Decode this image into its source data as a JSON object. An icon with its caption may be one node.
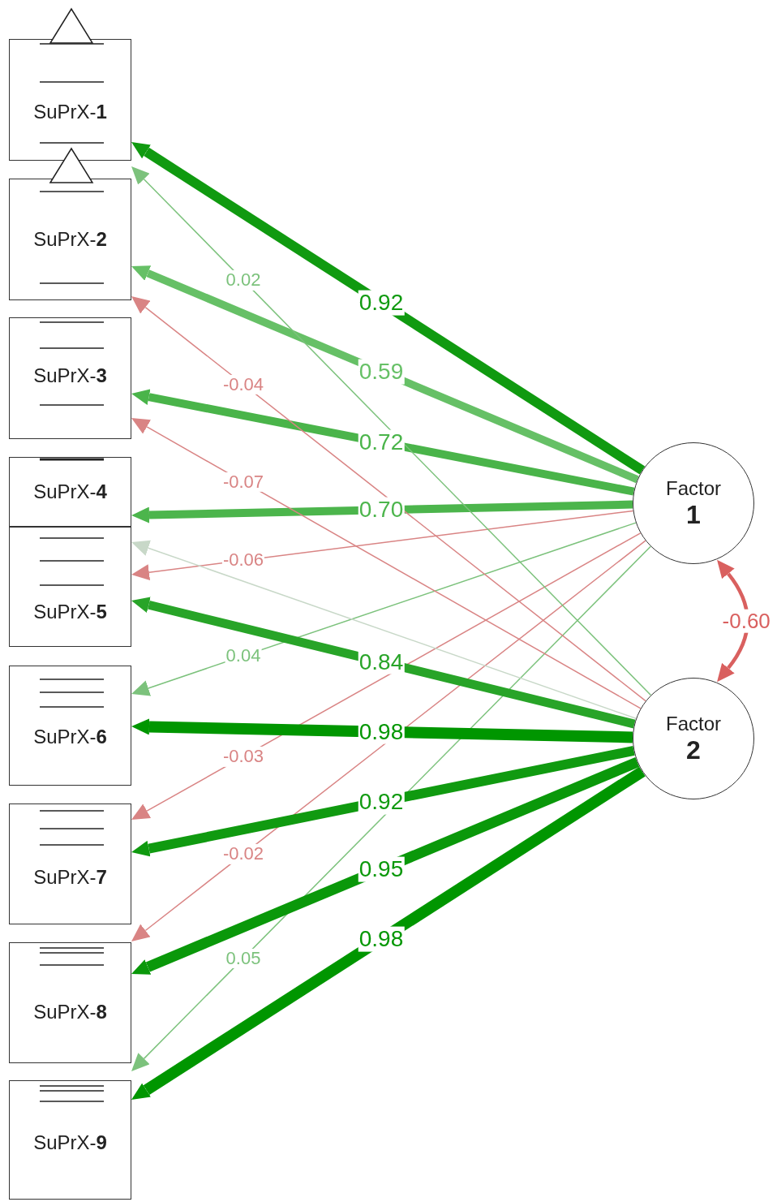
{
  "diagram": {
    "nodes": [
      {
        "text": [
          "SuPrX-**1**"
        ]
      },
      {
        "text": [
          "SuPrX-**2**"
        ]
      },
      {
        "text": [
          "SuPrX-**3**"
        ]
      },
      {
        "text": [
          "SuPrX-**4**"
        ]
      },
      {
        "text": [
          "SuPrX-**5**"
        ]
      },
      {
        "text": [
          "SuPrX-**6**"
        ]
      },
      {
        "text": [
          "SuPrX-**7**"
        ]
      },
      {
        "text": [
          "SuPrX-**8**"
        ]
      },
      {
        "text": [
          "SuPrX-**9**"
        ]
      },
      {
        "text": [
          "Factor",
          "1"
        ]
      },
      {
        "text": [
          "Factor",
          "2"
        ]
      }
    ],
    "edges": [
      {
        "from": 9,
        "to": 0,
        "arrow": "to",
        "label": "0.92",
        "color": "#109a10",
        "style": "thick"
      },
      {
        "from": 9,
        "to": 1,
        "arrow": "to",
        "label": "0.59",
        "color": "#66c066",
        "style": "thick"
      },
      {
        "from": 9,
        "to": 2,
        "arrow": "to",
        "label": "0.72",
        "color": "#4ab44a",
        "style": "thick"
      },
      {
        "from": 9,
        "to": 3,
        "arrow": "to",
        "label": "0.70",
        "color": "#4cb54c",
        "style": "thick"
      },
      {
        "from": 9,
        "to": 4,
        "arrow": "to",
        "label": "-0.06",
        "color": "#d98484"
      },
      {
        "from": 9,
        "to": 5,
        "arrow": "to",
        "label": "0.04",
        "color": "#7cc27c"
      },
      {
        "from": 9,
        "to": 6,
        "arrow": "to",
        "label": "-0.03",
        "color": "#d98484"
      },
      {
        "from": 9,
        "to": 7,
        "arrow": "to",
        "label": "-0.02",
        "color": "#d98484"
      },
      {
        "from": 9,
        "to": 8,
        "arrow": "to",
        "label": "0.05",
        "color": "#7cc27c"
      },
      {
        "from": 10,
        "to": 0,
        "arrow": "to",
        "label": "0.02",
        "color": "#7cc27c"
      },
      {
        "from": 10,
        "to": 1,
        "arrow": "to",
        "label": "-0.04",
        "color": "#d98484"
      },
      {
        "from": 10,
        "to": 2,
        "arrow": "to",
        "label": "-0.07",
        "color": "#d98484"
      },
      {
        "from": 10,
        "to": 3,
        "arrow": "to",
        "color": "#c8d8c8"
      },
      {
        "from": 10,
        "to": 4,
        "arrow": "to",
        "label": "0.84",
        "color": "#28a428",
        "style": "thick"
      },
      {
        "from": 10,
        "to": 5,
        "arrow": "to",
        "label": "0.98",
        "color": "#009600",
        "style": "thick"
      },
      {
        "from": 10,
        "to": 6,
        "arrow": "to",
        "label": "0.92",
        "color": "#109a10",
        "style": "thick"
      },
      {
        "from": 10,
        "to": 7,
        "arrow": "to",
        "label": "0.95",
        "color": "#0a980a",
        "style": "thick"
      },
      {
        "from": 10,
        "to": 8,
        "arrow": "to",
        "label": "0.98",
        "color": "#009600",
        "style": "thick"
      },
      {
        "from": 9,
        "to": 10,
        "arrow": "both",
        "label": "-0.60",
        "color": "#d9605f"
      }
    ]
  }
}
